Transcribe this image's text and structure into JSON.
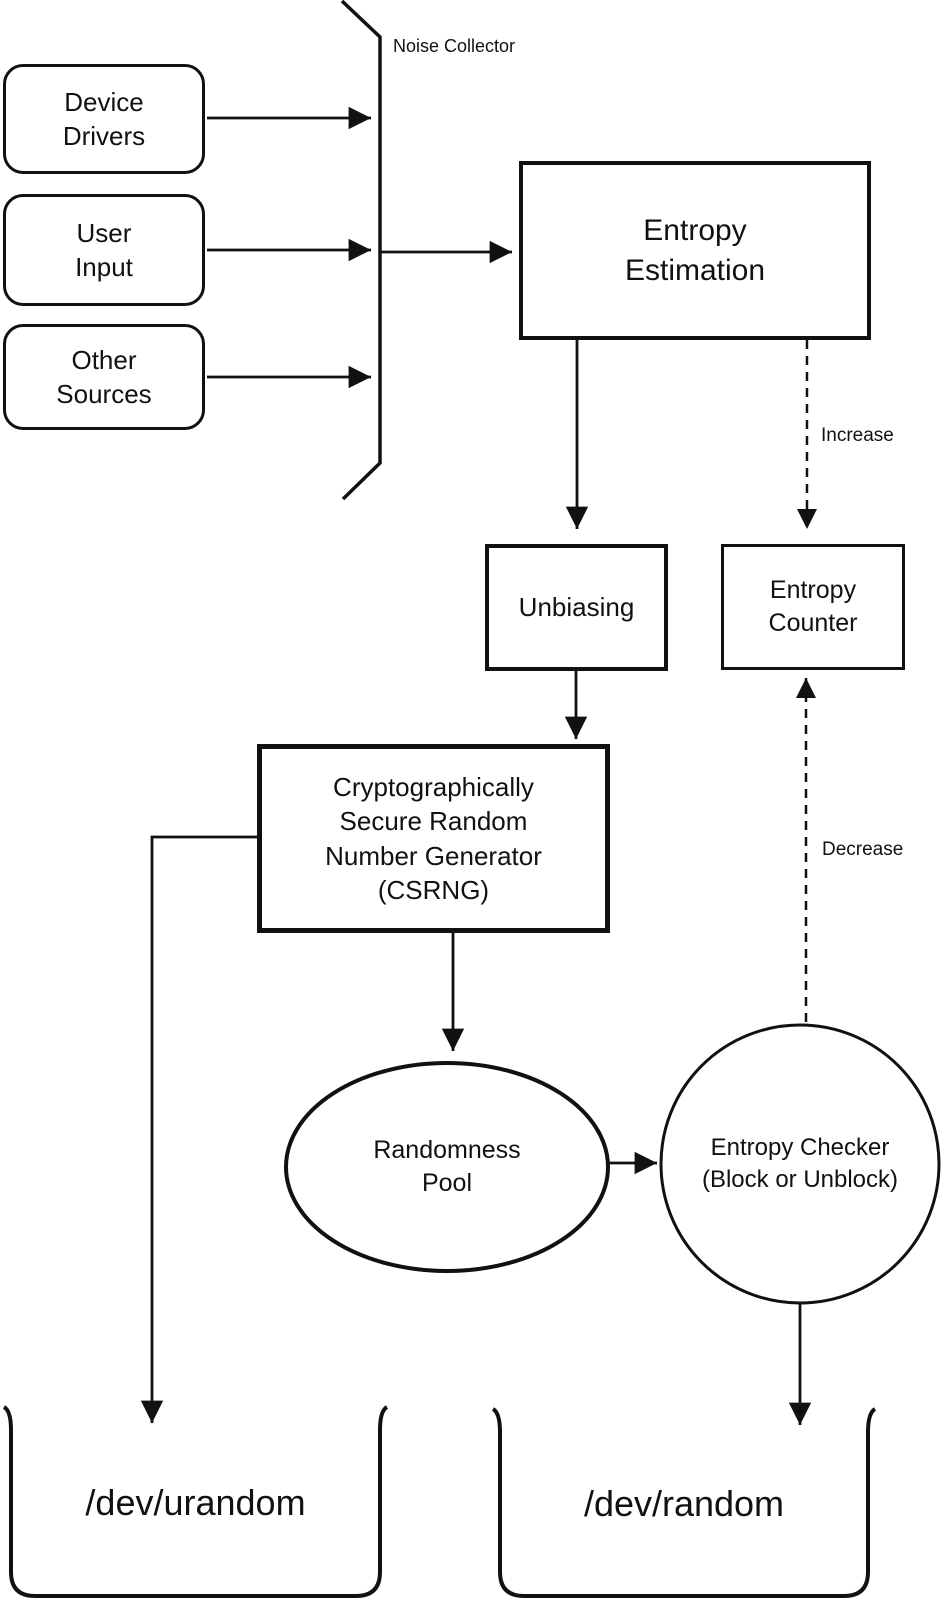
{
  "colors": {
    "stroke": "#111111",
    "text": "#111111",
    "background": "#ffffff"
  },
  "nodes": {
    "sources": [
      {
        "label": "Device\nDrivers"
      },
      {
        "label": "User\nInput"
      },
      {
        "label": "Other\nSources"
      }
    ],
    "noise_collector": "Noise Collector",
    "entropy_estimation": "Entropy\nEstimation",
    "unbiasing": "Unbiasing",
    "entropy_counter": "Entropy\nCounter",
    "csrng": "Cryptographically\nSecure Random\nNumber Generator\n(CSRNG)",
    "randomness_pool": "Randomness\nPool",
    "entropy_checker": "Entropy Checker\n(Block or Unblock)",
    "dev_urandom": "/dev/urandom",
    "dev_random": "/dev/random"
  },
  "edge_labels": {
    "increase": "Increase",
    "decrease": "Decrease"
  }
}
